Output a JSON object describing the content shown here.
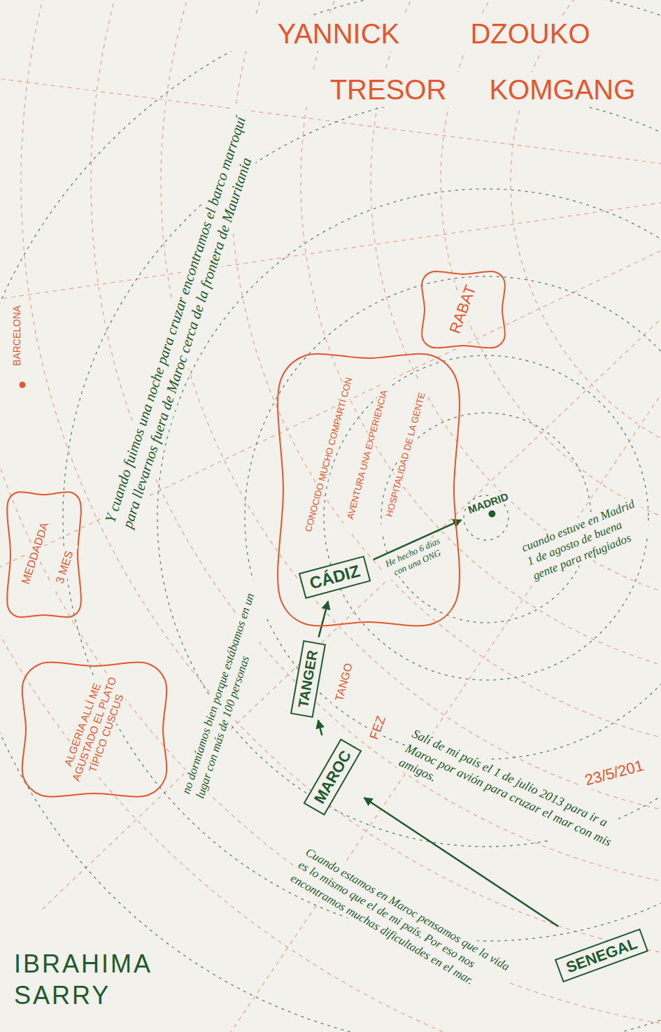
{
  "diagram": {
    "nodes": [
      {
        "text": [
          "SENEGAL"
        ]
      },
      {
        "text": [
          "MAROC"
        ]
      },
      {
        "text": [
          "TANGER"
        ]
      },
      {
        "text": [
          "CONOCIDO MUCHO COMPARTÍ CON",
          "AVENTURA UNA EXPERIENCIA",
          "HOSPITALIDAD DE LA GENTE"
        ]
      },
      {
        "text": [
          "CÁDIZ"
        ],
        "in": 3
      },
      {
        "text": [
          "MADRID"
        ]
      },
      {
        "text": [
          "RABAT"
        ]
      },
      {
        "text": [
          "MEDDADDA",
          "3 MES"
        ]
      },
      {
        "text": [
          "ALGERIA ALLÍ ME AGUSTADO EL PLATO TÍPICO CUSCUS"
        ]
      }
    ],
    "edges": [
      {
        "from": 0,
        "to": 1,
        "arrow": "to"
      },
      {
        "from": 1,
        "to": 2,
        "arrow": "to"
      },
      {
        "from": 2,
        "to": 4,
        "arrow": "to"
      },
      {
        "from": 4,
        "to": 5,
        "label": "He hecho 6 días con una ONG",
        "arrow": "to"
      }
    ],
    "labels": [
      "YANNICK DZOUKO",
      "TRESOR KOMGANG",
      "IBRAHIMA SARRY",
      "BARCELONA",
      "TANGO",
      "FEZ",
      "23/5/201",
      "Salí de mi país el 1 de julio 2013 para ir a Maroc por avión para cruzar el mar con mis amigos.",
      "Cuando estamos en Maroc pensamos que la vida es lo mismo que el de mi país. Por eso nos encontramos muchas dificultades en el mar.",
      "Y cuando fuimos una noche para cruzar encontramos el barco marroquí para llevarnos fuera de Maroc cerca de la frontera de Mauritania",
      "no dormíamos bien porque estábamos en un lugar con más de 100 personas",
      "cuando estuve en Madrid 1 de agosto de buena gente para refugiados"
    ]
  }
}
